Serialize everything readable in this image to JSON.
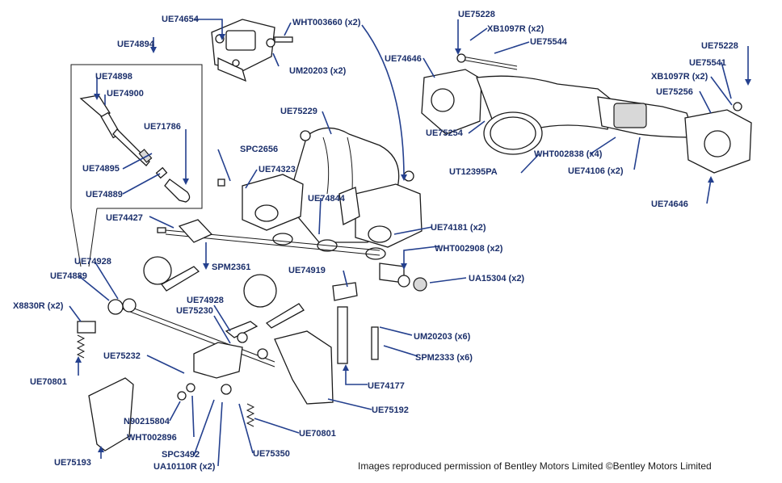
{
  "diagram": {
    "labels": [
      {
        "id": "ue74654",
        "text": "UE74654"
      },
      {
        "id": "wht003660",
        "text": "WHT003660 (x2)"
      },
      {
        "id": "um20203_x2",
        "text": "UM20203 (x2)"
      },
      {
        "id": "ue74894",
        "text": "UE74894"
      },
      {
        "id": "ue74898",
        "text": "UE74898"
      },
      {
        "id": "ue74900",
        "text": "UE74900"
      },
      {
        "id": "ue71786",
        "text": "UE71786"
      },
      {
        "id": "ue74895",
        "text": "UE74895"
      },
      {
        "id": "ue74889_a",
        "text": "UE74889"
      },
      {
        "id": "ue75229",
        "text": "UE75229"
      },
      {
        "id": "spc2656",
        "text": "SPC2656"
      },
      {
        "id": "ue74323",
        "text": "UE74323"
      },
      {
        "id": "ue74844",
        "text": "UE74844"
      },
      {
        "id": "ue74427",
        "text": "UE74427"
      },
      {
        "id": "ue74181",
        "text": "UE74181 (x2)"
      },
      {
        "id": "wht002908",
        "text": "WHT002908 (x2)"
      },
      {
        "id": "ue74928_a",
        "text": "UE74928"
      },
      {
        "id": "ue74889_b",
        "text": "UE74889"
      },
      {
        "id": "spm2361",
        "text": "SPM2361"
      },
      {
        "id": "ue74919",
        "text": "UE74919"
      },
      {
        "id": "ua15304",
        "text": "UA15304 (x2)"
      },
      {
        "id": "x8830r",
        "text": "X8830R (x2)"
      },
      {
        "id": "ue74928_b",
        "text": "UE74928"
      },
      {
        "id": "ue75230",
        "text": "UE75230"
      },
      {
        "id": "um20203_x6",
        "text": "UM20203 (x6)"
      },
      {
        "id": "spm2333",
        "text": "SPM2333 (x6)"
      },
      {
        "id": "ue75232",
        "text": "UE75232"
      },
      {
        "id": "ue70801_a",
        "text": "UE70801"
      },
      {
        "id": "ue74177",
        "text": "UE74177"
      },
      {
        "id": "ue75192",
        "text": "UE75192"
      },
      {
        "id": "n90215804",
        "text": "N90215804"
      },
      {
        "id": "wht002896",
        "text": "WHT002896"
      },
      {
        "id": "ue70801_b",
        "text": "UE70801"
      },
      {
        "id": "spc3492",
        "text": "SPC3492"
      },
      {
        "id": "ue75350",
        "text": "UE75350"
      },
      {
        "id": "ua10110r",
        "text": "UA10110R (x2)"
      },
      {
        "id": "ue75193",
        "text": "UE75193"
      },
      {
        "id": "ue75228_a",
        "text": "UE75228"
      },
      {
        "id": "xb1097r_a",
        "text": "XB1097R (x2)"
      },
      {
        "id": "ue75544",
        "text": "UE75544"
      },
      {
        "id": "ue74646_a",
        "text": "UE74646"
      },
      {
        "id": "ue75254",
        "text": "UE75254"
      },
      {
        "id": "wht002838",
        "text": "WHT002838 (x4)"
      },
      {
        "id": "ut12395pa",
        "text": "UT12395PA"
      },
      {
        "id": "ue74106",
        "text": "UE74106 (x2)"
      },
      {
        "id": "ue75228_b",
        "text": "UE75228"
      },
      {
        "id": "ue75541",
        "text": "UE75541"
      },
      {
        "id": "xb1097r_b",
        "text": "XB1097R (x2)"
      },
      {
        "id": "ue75256",
        "text": "UE75256"
      },
      {
        "id": "ue74646_b",
        "text": "UE74646"
      }
    ],
    "credit": "Images reproduced permission of Bentley Motors Limited ©Bentley Motors Limited",
    "colors": {
      "label": "#1b2f6b",
      "leader": "#24408e",
      "line": "#1a1a1a",
      "background": "#ffffff"
    }
  }
}
